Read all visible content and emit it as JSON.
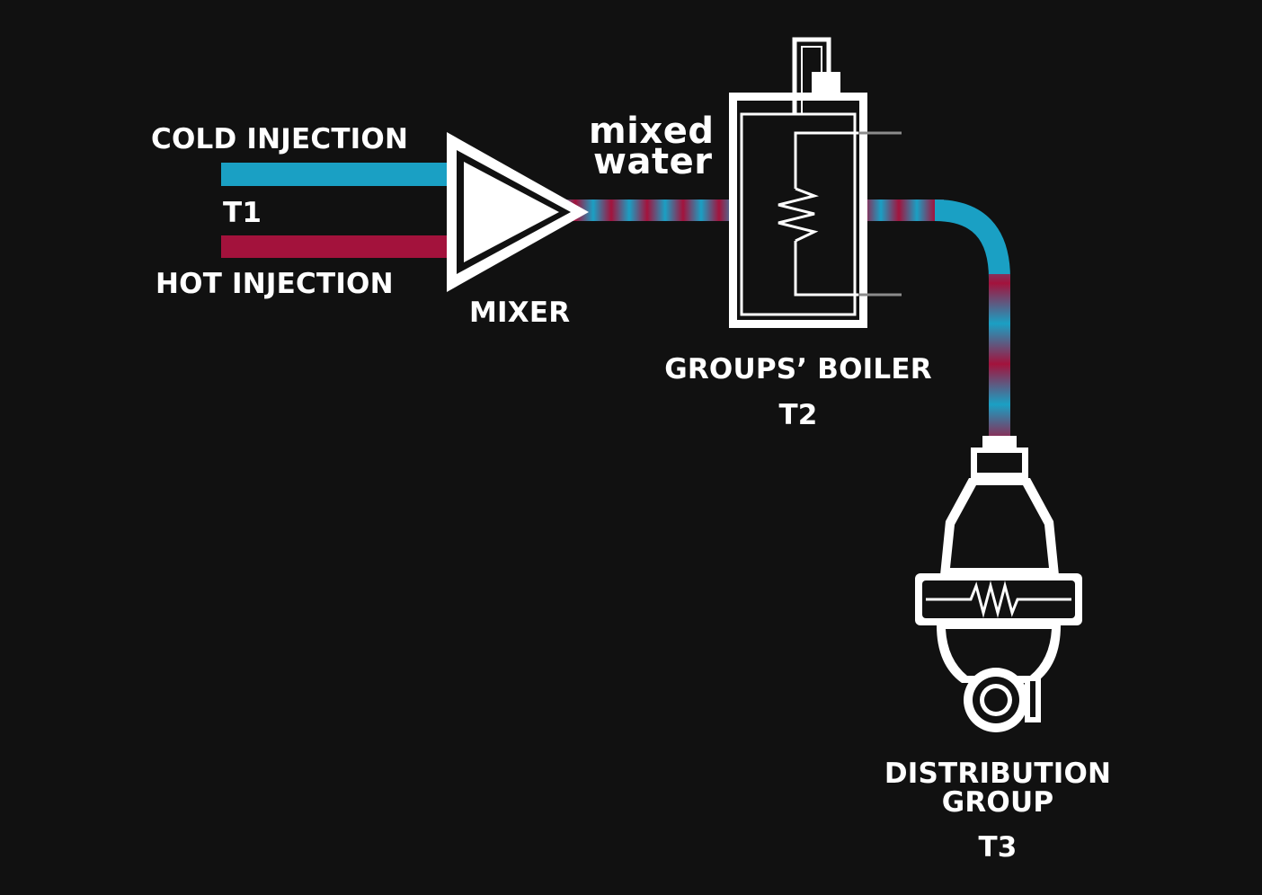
{
  "labels": {
    "cold_injection": "COLD INJECTION",
    "t1": "T1",
    "hot_injection": "HOT INJECTION",
    "mixer": "MIXER",
    "mixed_water_line1": "mixed",
    "mixed_water_line2": "water",
    "groups_boiler": "GROUPS’ BOILER",
    "t2": "T2",
    "distribution_line1": "DISTRIBUTION",
    "distribution_line2": "GROUP",
    "t3": "T3"
  },
  "colors": {
    "background": "#111111",
    "cold": "#1aa0c4",
    "hot": "#a3123c",
    "outline": "#ffffff",
    "wire": "#8c8c8c"
  }
}
